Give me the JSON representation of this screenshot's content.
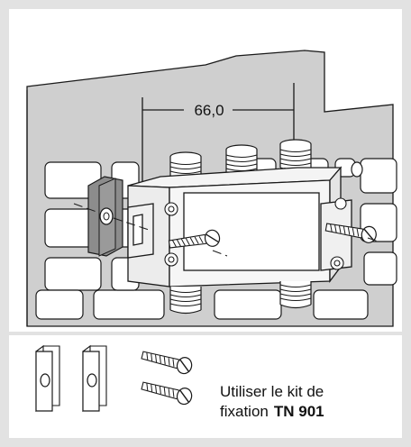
{
  "diagram": {
    "dimension_label": "66,0",
    "caption_line1": "Utiliser le kit de",
    "caption_line2_prefix": "fixation",
    "caption_kit": "TN 901"
  },
  "colors": {
    "page_border": "#e2e2e2",
    "panel_gray": "#cfcfcf",
    "device_gray": "#ececec",
    "clip_gray": "#8c8c8c",
    "line": "#1a1a1a"
  }
}
